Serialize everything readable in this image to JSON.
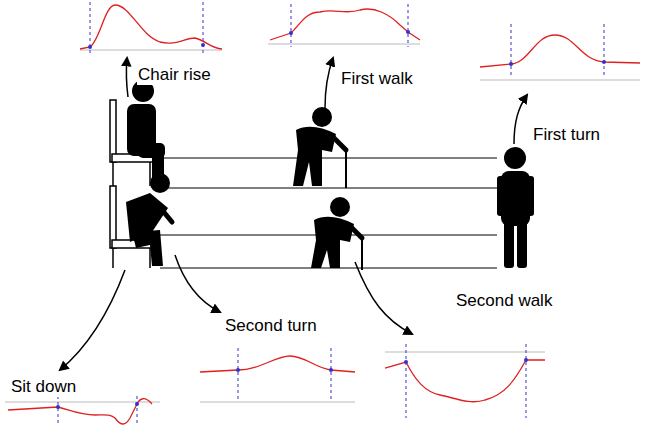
{
  "diagram": {
    "labels": [
      "Chair rise",
      "First walk",
      "First turn",
      "Sit down",
      "Second turn",
      "Second walk"
    ]
  }
}
